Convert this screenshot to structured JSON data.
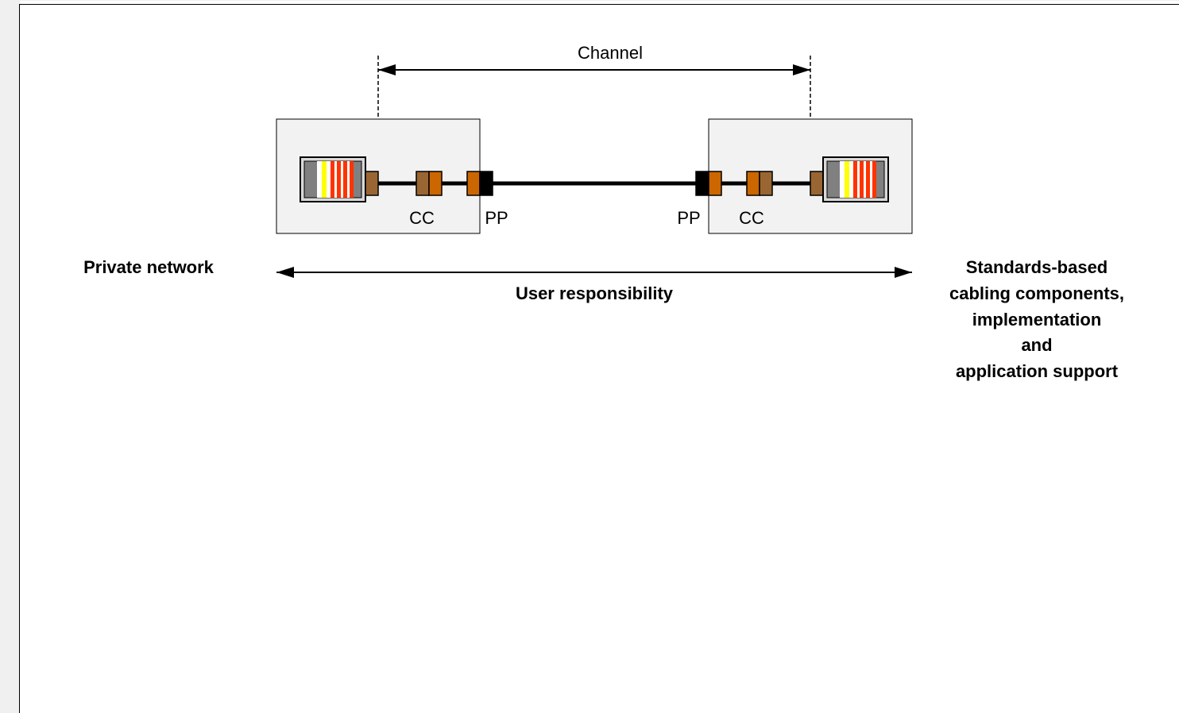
{
  "labels": {
    "channel": "Channel",
    "cc_left": "CC",
    "pp_left": "PP",
    "pp_right": "PP",
    "cc_right": "CC",
    "private_network": "Private network",
    "user_responsibility": "User responsibility",
    "standards": [
      "Standards-based",
      "cabling components,",
      "implementation",
      "and",
      "application support"
    ]
  },
  "colors": {
    "panel_fill": "#f2f2f2",
    "connector_brown": "#996633",
    "connector_orange": "#cc6600",
    "jack_gray": "#808080",
    "pin_yellow": "#ffff00",
    "pin_red": "#ff3300",
    "plug_black": "#000000"
  }
}
